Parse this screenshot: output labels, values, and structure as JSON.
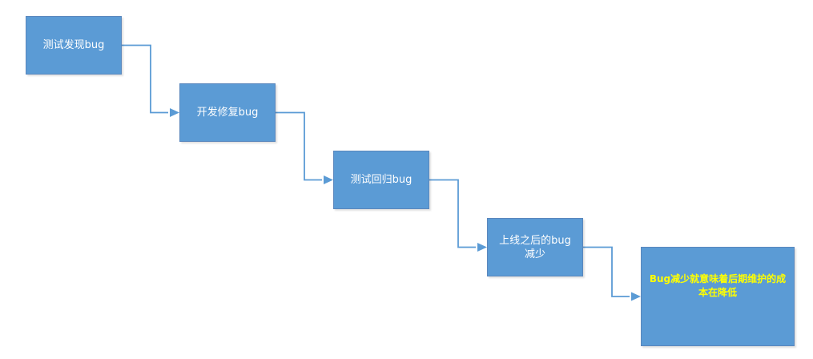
{
  "diagram": {
    "colors": {
      "box_fill": "#5b9bd5",
      "box_border": "#5a87bd",
      "connector": "#5b9bd5",
      "text": "#ffffff",
      "highlight_text": "#ffff00"
    },
    "steps": [
      {
        "label": "测试发现bug"
      },
      {
        "label": "开发修复bug"
      },
      {
        "label": "测试回归bug"
      },
      {
        "label": "上线之后的bug减少"
      }
    ],
    "conclusion": {
      "label": "Bug减少就意味着后期维护的成本在降低"
    }
  }
}
